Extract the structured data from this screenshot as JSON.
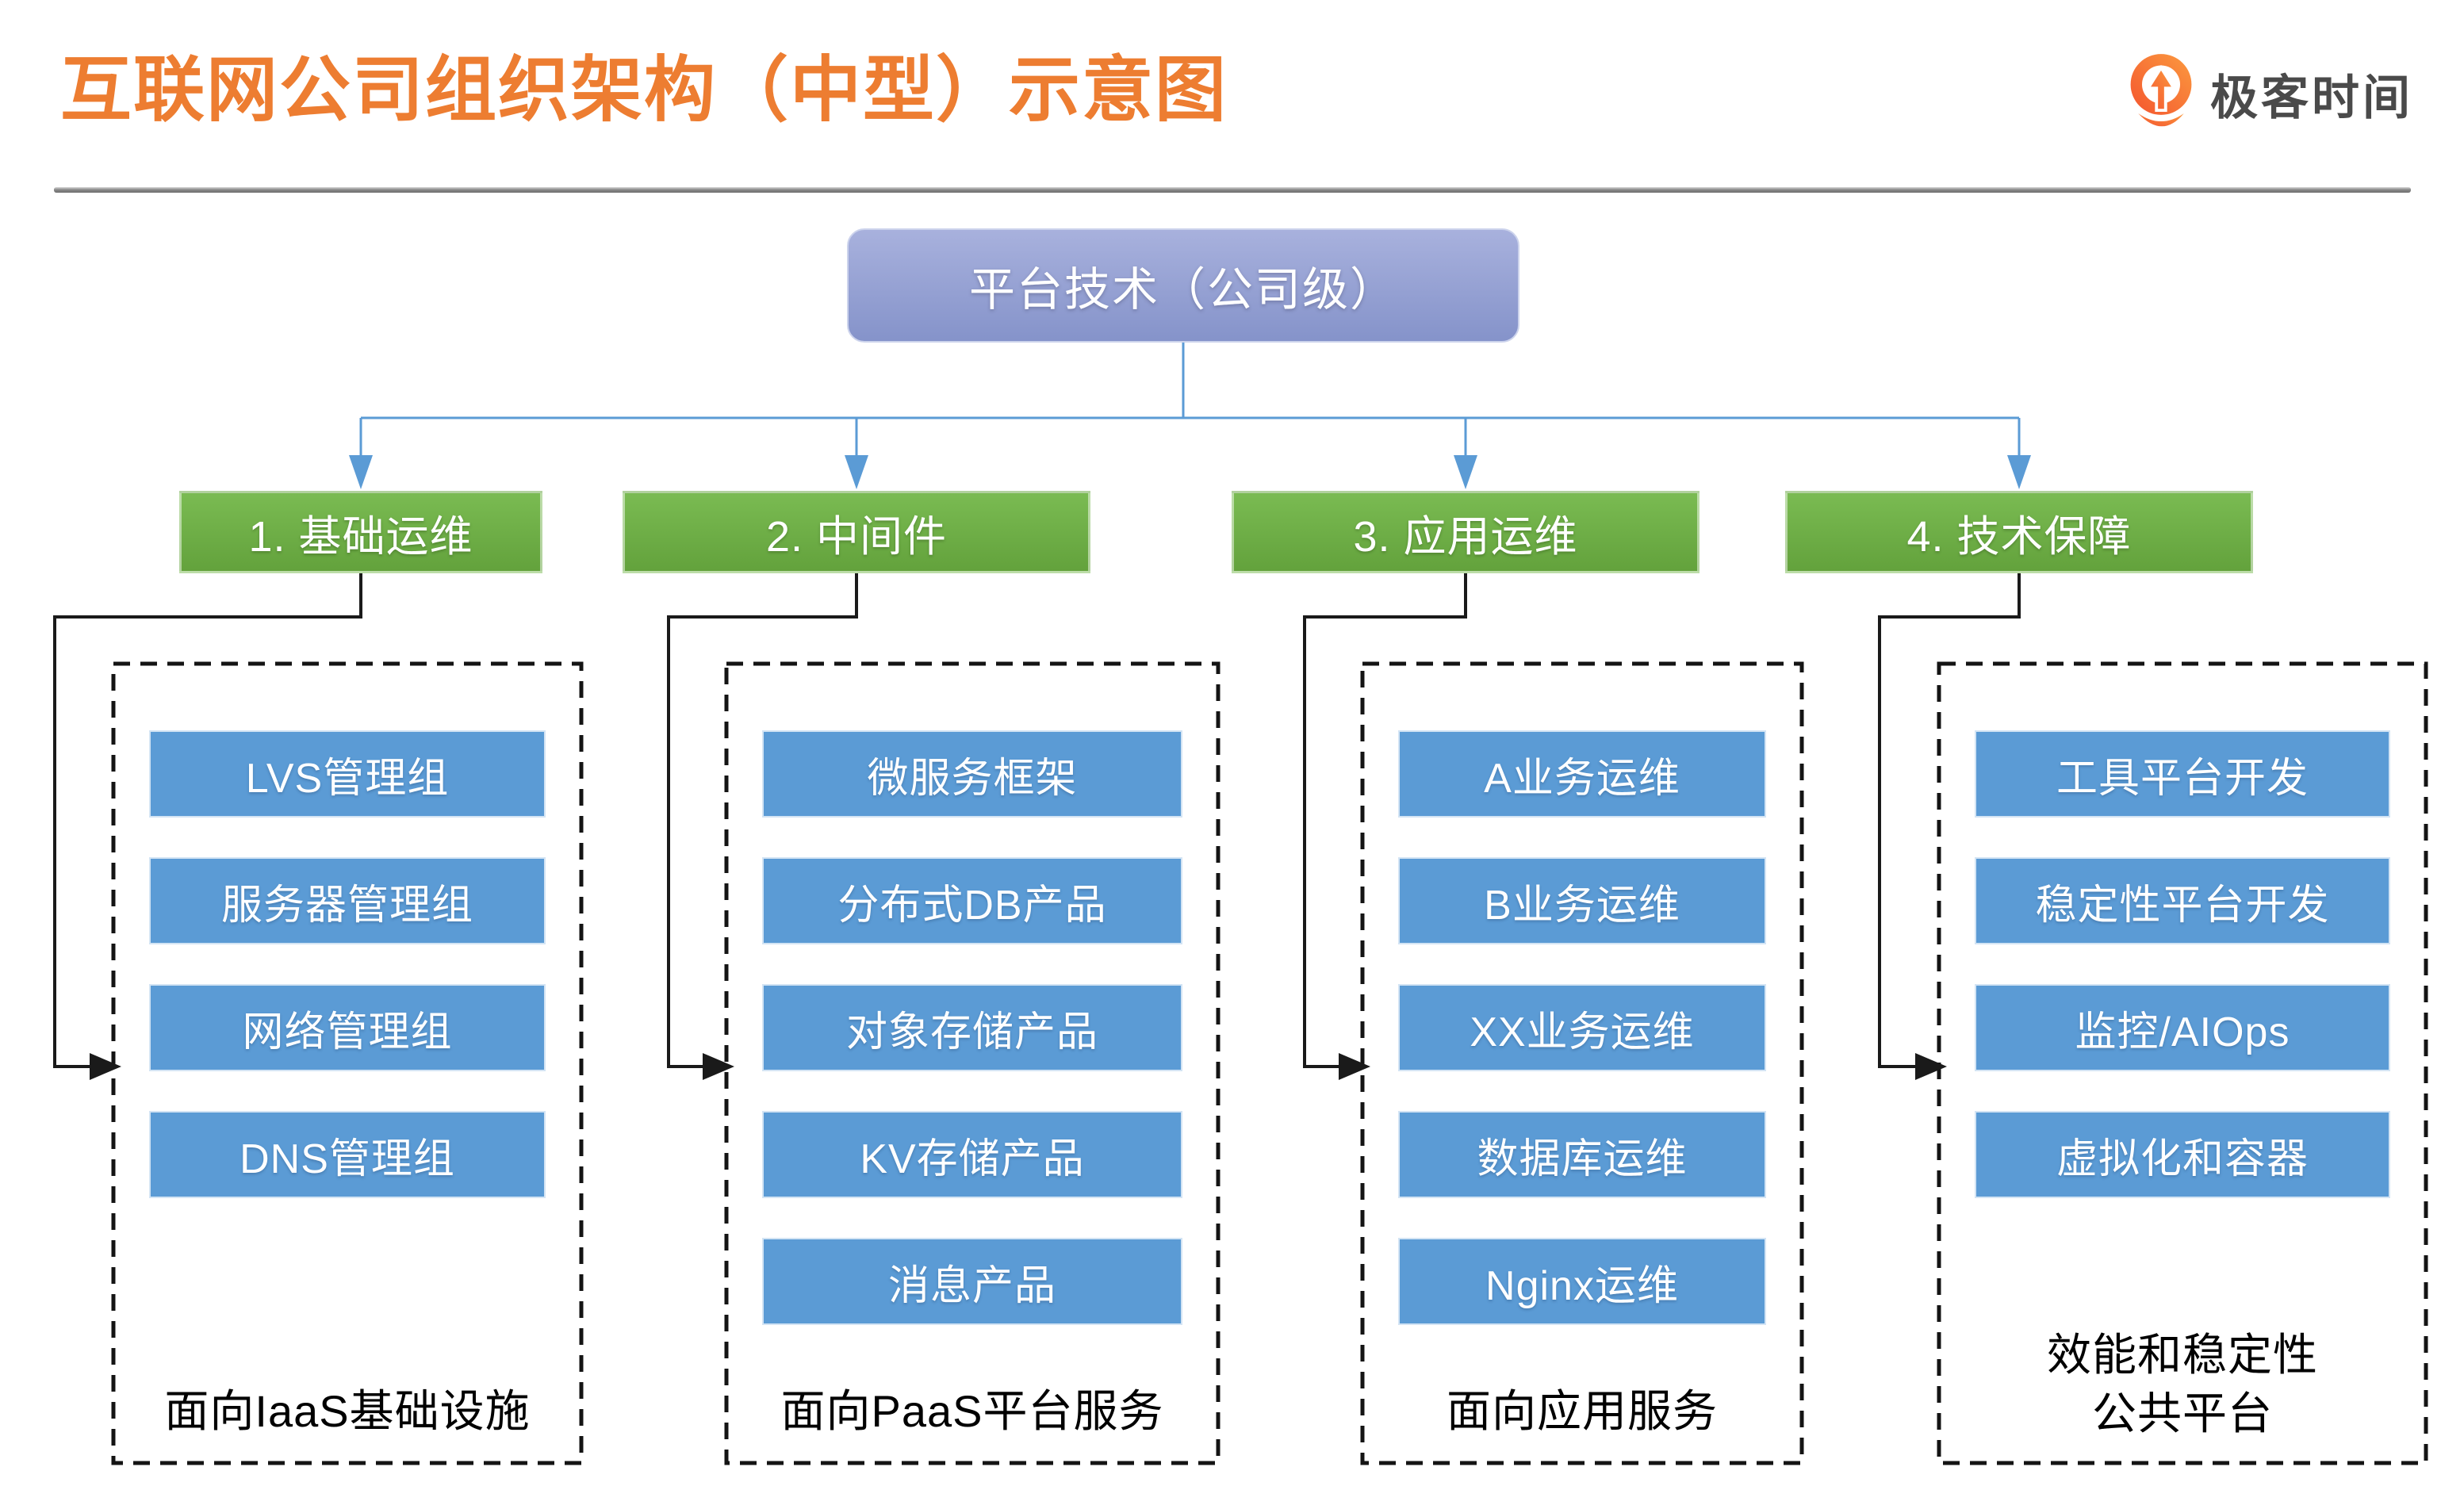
{
  "title": "互联网公司组织架构（中型）示意图",
  "brand": {
    "name": "极客时间"
  },
  "root": {
    "label": "平台技术（公司级）"
  },
  "groups": [
    {
      "label": "1. 基础运维",
      "items": [
        "LVS管理组",
        "服务器管理组",
        "网络管理组",
        "DNS管理组"
      ],
      "caption": "面向IaaS基础设施"
    },
    {
      "label": "2. 中间件",
      "items": [
        "微服务框架",
        "分布式DB产品",
        "对象存储产品",
        "KV存储产品",
        "消息产品"
      ],
      "caption": "面向PaaS平台服务"
    },
    {
      "label": "3. 应用运维",
      "items": [
        "A业务运维",
        "B业务运维",
        "XX业务运维",
        "数据库运维",
        "Nginx运维"
      ],
      "caption": "面向应用服务"
    },
    {
      "label": "4. 技术保障",
      "items": [
        "工具平台开发",
        "稳定性平台开发",
        "监控/AIOps",
        "虚拟化和容器"
      ],
      "caption": "效能和稳定性\n公共平台"
    }
  ],
  "colors": {
    "title": "#ED7D31",
    "root_top": "#A8B1DD",
    "root_bottom": "#8593CA",
    "branch_top": "#7ABB52",
    "branch_bottom": "#63A23C",
    "item_blue": "#5B9BD5",
    "connector_blue": "#5B9BD5",
    "connector_black": "#1a1a1a",
    "dash_border": "#141414",
    "brand_orange_dark": "#F4552F",
    "brand_orange_light": "#FB9A3F"
  }
}
